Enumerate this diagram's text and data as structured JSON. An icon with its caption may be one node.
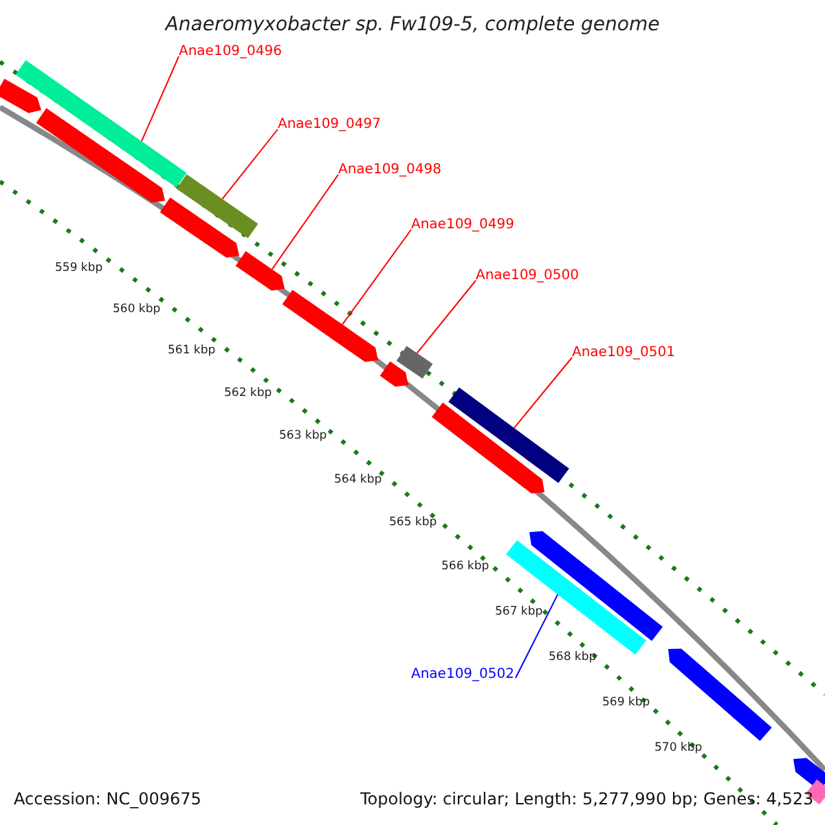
{
  "diagram": {
    "title": "Anaeromyxobacter sp. Fw109-5, complete genome",
    "nodes": [
      {
        "text": [
          "Anae109_0496"
        ]
      },
      {
        "text": [
          "Anae109_0497"
        ]
      },
      {
        "text": [
          "Anae109_0498"
        ]
      },
      {
        "text": [
          "Anae109_0499"
        ]
      },
      {
        "text": [
          "Anae109_0500"
        ]
      },
      {
        "text": [
          "Anae109_0501"
        ]
      },
      {
        "text": [
          "Anae109_0502"
        ]
      },
      {
        "text": [],
        "shape": "bar"
      },
      {
        "text": [],
        "shape": "bar"
      },
      {
        "text": [],
        "shape": "bar"
      },
      {
        "text": [],
        "shape": "bar"
      },
      {
        "text": [],
        "shape": "bar"
      },
      {
        "text": [],
        "shape": "bar"
      },
      {
        "text": [],
        "shape": "bar"
      },
      {
        "text": [],
        "shape": "bar"
      },
      {
        "text": [],
        "shape": "bar"
      },
      {
        "text": [],
        "shape": "bar"
      },
      {
        "text": [],
        "shape": "bar"
      },
      {
        "text": [],
        "shape": "bar"
      },
      {
        "text": [],
        "shape": "bar"
      },
      {
        "text": [],
        "shape": "bar"
      },
      {
        "text": [],
        "shape": "bar"
      },
      {
        "text": [],
        "shape": "bar"
      }
    ],
    "edges": [
      {
        "from": 0,
        "to": 7,
        "arrow": "none"
      },
      {
        "from": 1,
        "to": 8,
        "arrow": "none"
      },
      {
        "from": 2,
        "to": 9,
        "arrow": "none"
      },
      {
        "from": 3,
        "to": 10,
        "arrow": "none"
      },
      {
        "from": 4,
        "to": 11,
        "arrow": "none"
      },
      {
        "from": 5,
        "to": 12,
        "arrow": "none"
      },
      {
        "from": 6,
        "to": 13,
        "arrow": "none",
        "color": "#0000ff"
      }
    ],
    "labels": [
      "559 kbp",
      "560 kbp",
      "561 kbp",
      "562 kbp",
      "563 kbp",
      "564 kbp",
      "565 kbp",
      "566 kbp",
      "567 kbp",
      "568 kbp",
      "569 kbp",
      "570 kbp",
      "Accession: NC_009675",
      "Topology: circular; Length: 5,277,990 bp; Genes: 4,523"
    ]
  }
}
